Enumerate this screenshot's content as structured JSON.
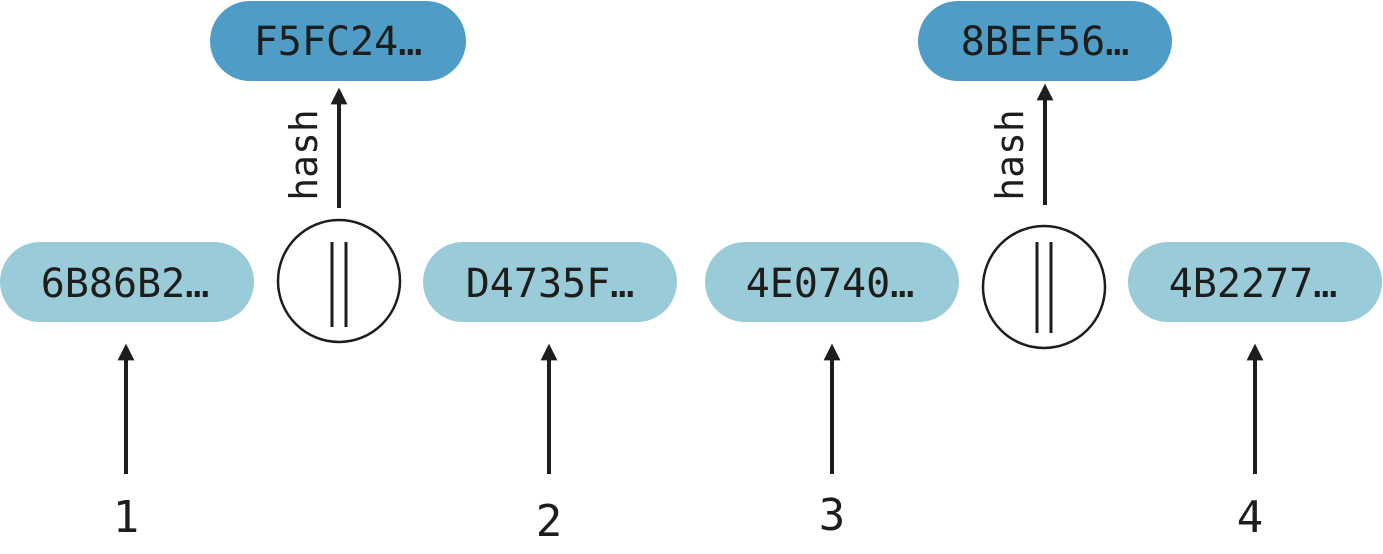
{
  "colors": {
    "leaf_fill": "#99cbd9",
    "parent_fill": "#4f9cc6",
    "stroke": "#1d1d1b"
  },
  "parents": [
    {
      "hash": "F5FC24…"
    },
    {
      "hash": "8BEF56…"
    }
  ],
  "leaves": [
    {
      "hash": "6B86B2…"
    },
    {
      "hash": "D4735F…"
    },
    {
      "hash": "4E0740…"
    },
    {
      "hash": "4B2277…"
    }
  ],
  "inputs": [
    {
      "value": "1"
    },
    {
      "value": "2"
    },
    {
      "value": "3"
    },
    {
      "value": "4"
    }
  ],
  "operations": [
    {
      "symbol": "||",
      "arrow_label": "hash",
      "icon": "concatenate-icon"
    },
    {
      "symbol": "||",
      "arrow_label": "hash",
      "icon": "concatenate-icon"
    }
  ]
}
